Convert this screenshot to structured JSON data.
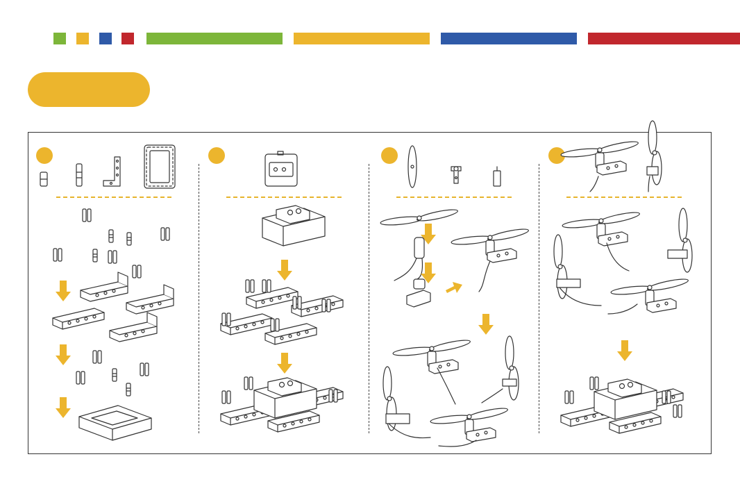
{
  "colors": {
    "green": "#7db63a",
    "yellow": "#ecb52d",
    "blue": "#2f5aa8",
    "red": "#c1272d",
    "line": "#333333"
  },
  "header": {
    "small_squares": [
      "green",
      "yellow",
      "blue",
      "red"
    ],
    "long_bars": [
      "green",
      "yellow",
      "blue",
      "red"
    ]
  },
  "pill": {
    "icon": "pill-badge"
  },
  "steps": [
    {
      "id": 1,
      "parts": [
        "short-connector-icon",
        "long-connector-icon",
        "l-beam-icon",
        "frame-icon"
      ],
      "arrows": 3
    },
    {
      "id": 2,
      "parts": [
        "controller-box-icon"
      ],
      "arrows": 2
    },
    {
      "id": 3,
      "parts": [
        "propeller-icon",
        "motor-holder-icon",
        "motor-icon"
      ],
      "arrows": 4
    },
    {
      "id": 4,
      "parts": [
        "propeller-motor-assembly-icon"
      ],
      "arrows": 1
    }
  ]
}
